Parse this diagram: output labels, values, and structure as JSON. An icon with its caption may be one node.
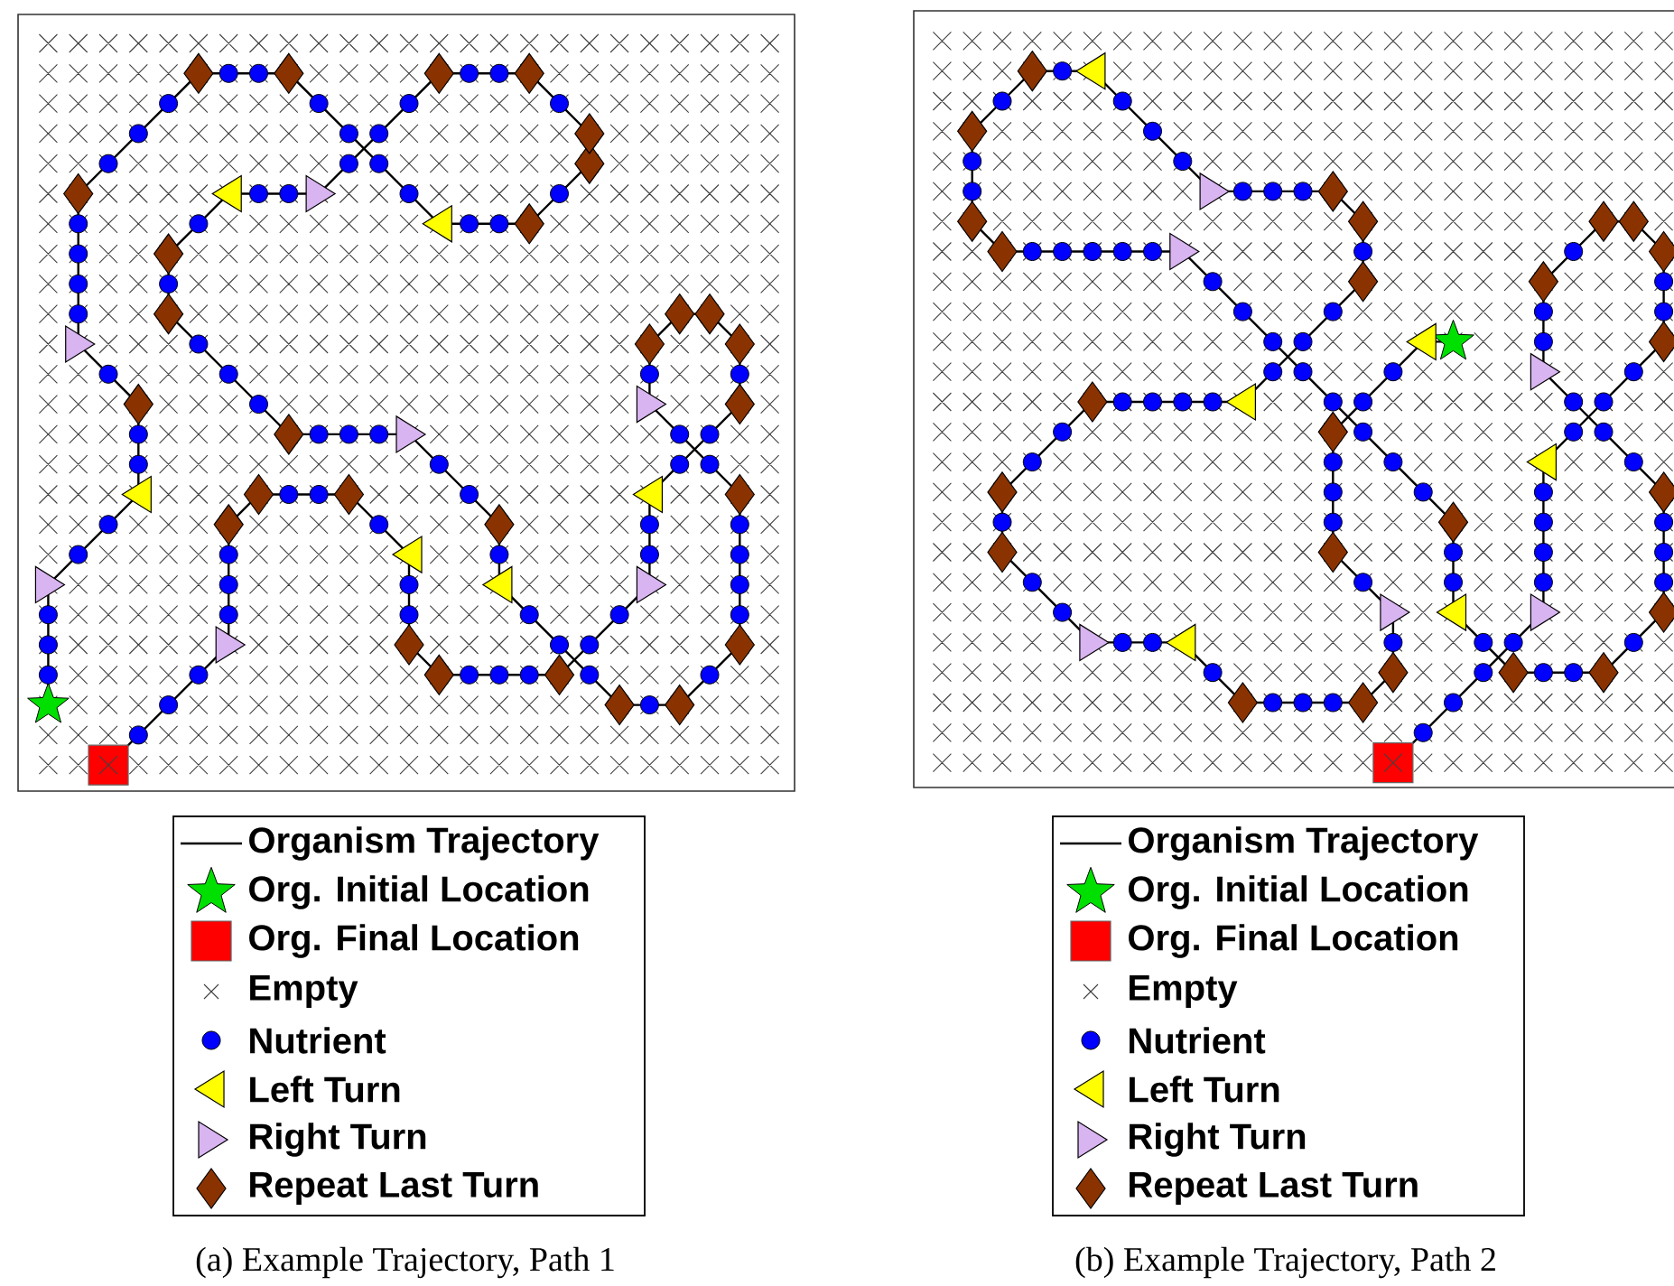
{
  "diagram": {
    "labels": [
      "(a) Example Trajectory, Path 1",
      "(b) Example Trajectory, Path 2"
    ],
    "legend": [
      {
        "text": "Organism Trajectory"
      },
      {
        "text": "Org. Initial Location"
      },
      {
        "text": "Org. Final Location"
      },
      {
        "text": "Empty"
      },
      {
        "text": "Nutrient"
      },
      {
        "text": "Left Turn"
      },
      {
        "text": "Right Turn"
      },
      {
        "text": "Repeat Last Turn"
      },
      {
        "text": "Organism Trajectory"
      },
      {
        "text": "Org. Initial Location"
      },
      {
        "text": "Org. Final Location"
      },
      {
        "text": "Empty"
      },
      {
        "text": "Nutrient"
      },
      {
        "text": "Left Turn"
      },
      {
        "text": "Right Turn"
      },
      {
        "text": "Repeat Last Turn"
      }
    ]
  }
}
